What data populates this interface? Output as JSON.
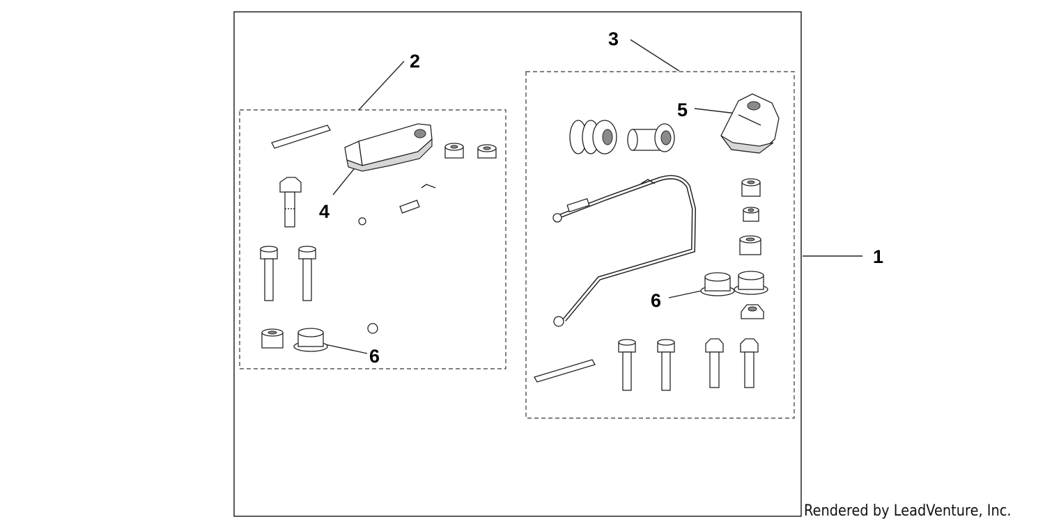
{
  "credit": "Rendered by LeadVenture, Inc.",
  "callouts": [
    {
      "id": "kit",
      "label": "1"
    },
    {
      "id": "left-set",
      "label": "2"
    },
    {
      "id": "right-set",
      "label": "3"
    },
    {
      "id": "bracket-left",
      "label": "4"
    },
    {
      "id": "bracket-right",
      "label": "5"
    },
    {
      "id": "cap-right",
      "label": "6"
    },
    {
      "id": "cap-left",
      "label": "6"
    }
  ]
}
